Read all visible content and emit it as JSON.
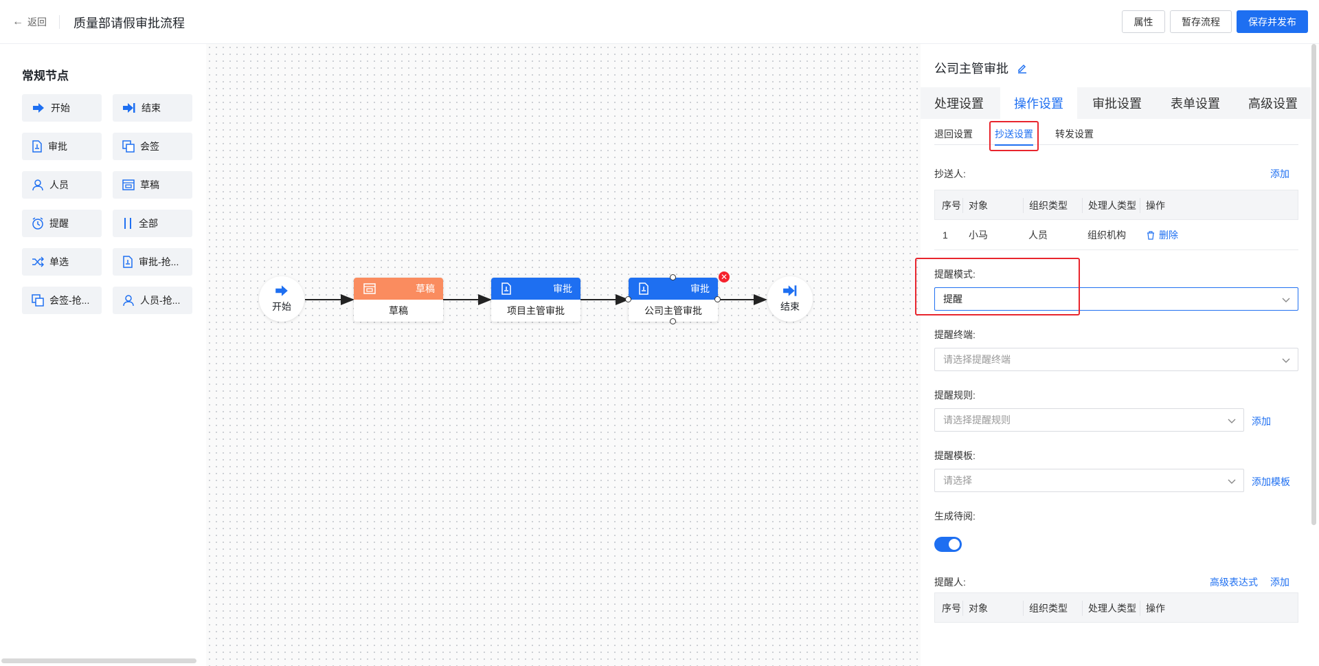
{
  "header": {
    "back_label": "返回",
    "title": "质量部请假审批流程",
    "buttons": {
      "properties": "属性",
      "save_draft": "暂存流程",
      "save_publish": "保存并发布"
    }
  },
  "palette": {
    "title": "常规节点",
    "items": [
      {
        "label": "开始",
        "icon": "start-icon"
      },
      {
        "label": "结束",
        "icon": "end-icon"
      },
      {
        "label": "审批",
        "icon": "approve-icon"
      },
      {
        "label": "会签",
        "icon": "countersign-icon"
      },
      {
        "label": "人员",
        "icon": "person-icon"
      },
      {
        "label": "草稿",
        "icon": "draft-icon"
      },
      {
        "label": "提醒",
        "icon": "alarm-icon"
      },
      {
        "label": "全部",
        "icon": "all-icon"
      },
      {
        "label": "单选",
        "icon": "shuffle-icon"
      },
      {
        "label": "审批-抢...",
        "icon": "approve-icon"
      },
      {
        "label": "会签-抢...",
        "icon": "countersign-icon"
      },
      {
        "label": "人员-抢...",
        "icon": "person-icon"
      }
    ]
  },
  "flow": {
    "start": "开始",
    "end": "结束",
    "nodes": [
      {
        "type": "草稿",
        "name": "草稿",
        "color": "#fa8c5f"
      },
      {
        "type": "审批",
        "name": "项目主管审批",
        "color": "#1e6ff1"
      },
      {
        "type": "审批",
        "name": "公司主管审批",
        "color": "#1e6ff1"
      }
    ]
  },
  "panel": {
    "node_title": "公司主管审批",
    "tabs": [
      "处理设置",
      "操作设置",
      "审批设置",
      "表单设置",
      "高级设置"
    ],
    "active_tab": "操作设置",
    "subtabs": [
      "退回设置",
      "抄送设置",
      "转发设置"
    ],
    "active_subtab": "抄送设置",
    "cc": {
      "label": "抄送人:",
      "add": "添加",
      "columns": [
        "序号",
        "对象",
        "组织类型",
        "处理人类型",
        "操作"
      ],
      "rows": [
        {
          "no": "1",
          "object": "小马",
          "org_type": "人员",
          "handler_type": "组织机构",
          "action": "删除"
        }
      ]
    },
    "remind_mode": {
      "label": "提醒模式:",
      "value": "提醒"
    },
    "remind_terminal": {
      "label": "提醒终端:",
      "placeholder": "请选择提醒终端"
    },
    "remind_rule": {
      "label": "提醒规则:",
      "placeholder": "请选择提醒规则",
      "add": "添加"
    },
    "remind_template": {
      "label": "提醒模板:",
      "placeholder": "请选择",
      "add": "添加模板"
    },
    "generate_pending": {
      "label": "生成待阅:",
      "on": true
    },
    "reminder": {
      "label": "提醒人:",
      "advanced": "高级表达式",
      "add": "添加",
      "columns": [
        "序号",
        "对象",
        "组织类型",
        "处理人类型",
        "操作"
      ]
    }
  },
  "colors": {
    "primary": "#1e6ff1",
    "draft": "#fa8c5f",
    "highlight": "#e8242c"
  }
}
